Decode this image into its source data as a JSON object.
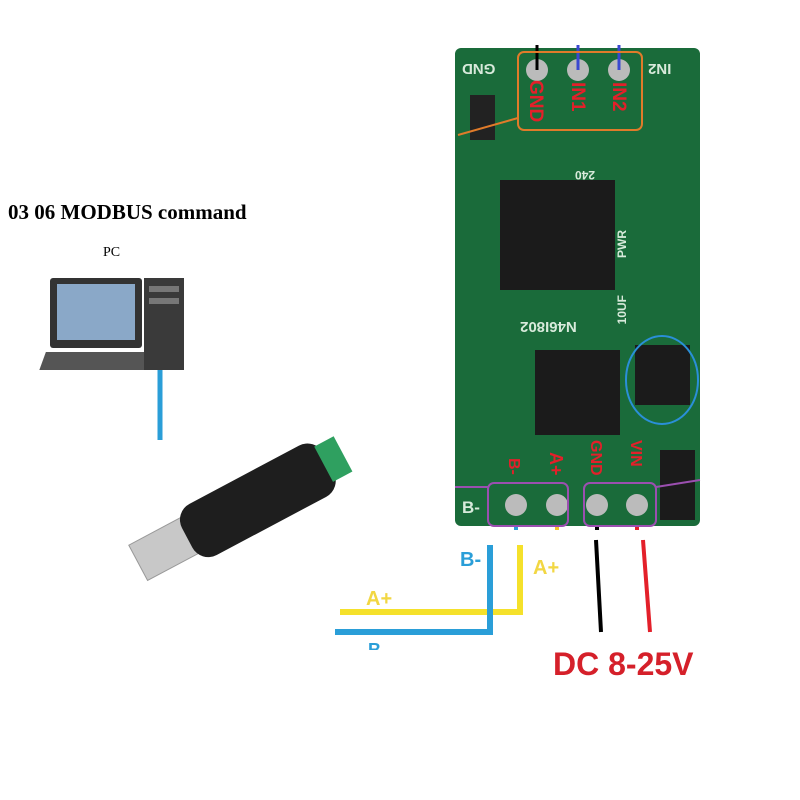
{
  "title": "03 06 MODBUS command",
  "pc_label": "PC",
  "board": {
    "model": "N46I802",
    "silkscreen": {
      "gnd": "GND",
      "in2": "IN2",
      "pwr": "PWR",
      "cap": "10UF",
      "res": "240",
      "b_minus": "B-"
    },
    "top_pins": [
      "GND",
      "IN1",
      "IN2"
    ],
    "bottom_pins": [
      "B-",
      "A+",
      "GND",
      "VIN"
    ]
  },
  "wires": {
    "b_minus": "B-",
    "a_plus": "A+",
    "a_plus_adapter": "A+",
    "b_adapter": "B"
  },
  "power_label": "DC 8-25V",
  "colors": {
    "board": "#1a6b3a",
    "rs485_b": "#2a9ed8",
    "rs485_a": "#f5e12b",
    "gnd_wire": "#000000",
    "vin_wire": "#e3202a",
    "label_red": "#e3202a",
    "box_orange": "#e07b2a",
    "box_purple": "#9b4fb0",
    "circle_blue": "#2a8fd8"
  }
}
